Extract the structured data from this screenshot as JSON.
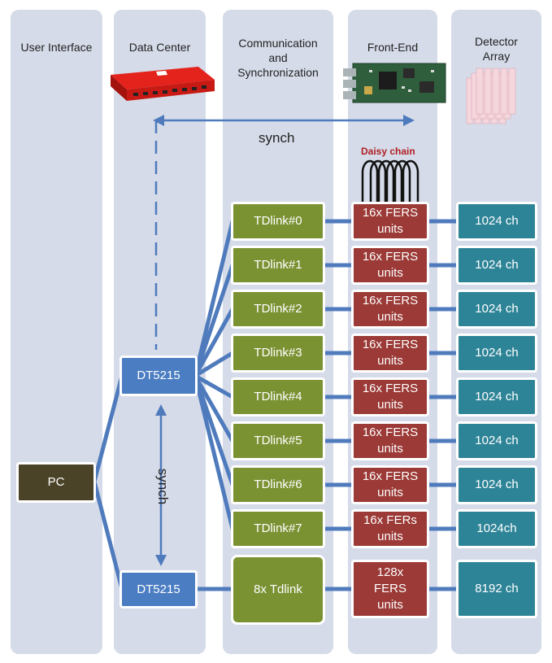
{
  "columns": [
    {
      "id": "ui",
      "title": "User Interface"
    },
    {
      "id": "dc",
      "title": "Data Center"
    },
    {
      "id": "comm",
      "title": "Communication and Synchronization"
    },
    {
      "id": "fe",
      "title": "Front-End"
    },
    {
      "id": "det",
      "title": "Detector Array"
    }
  ],
  "labels": {
    "synch_horizontal": "synch",
    "synch_vertical": "synch",
    "daisy_chain": "Daisy chain"
  },
  "pc": "PC",
  "dt5215": [
    "DT5215",
    "DT5215"
  ],
  "rows": [
    {
      "tdlink": "TDlink#0",
      "fers": "16x FERS units",
      "det": "1024 ch"
    },
    {
      "tdlink": "TDlink#1",
      "fers": "16x FERS units",
      "det": "1024 ch"
    },
    {
      "tdlink": "TDlink#2",
      "fers": "16x FERS units",
      "det": "1024 ch"
    },
    {
      "tdlink": "TDlink#3",
      "fers": "16x FERS units",
      "det": "1024 ch"
    },
    {
      "tdlink": "TDlink#4",
      "fers": "16x FERS units",
      "det": "1024 ch"
    },
    {
      "tdlink": "TDlink#5",
      "fers": "16x FERS units",
      "det": "1024 ch"
    },
    {
      "tdlink": "TDlink#6",
      "fers": "16x FERS units",
      "det": "1024 ch"
    },
    {
      "tdlink": "TDlink#7",
      "fers": "16x FERs units",
      "det": "1024ch"
    }
  ],
  "last_row": {
    "tdlink": "8x Tdlink",
    "fers": "128x FERS units",
    "det": "8192 ch"
  },
  "colors": {
    "column_bg": "#d5dbe8",
    "pc": "#4a4328",
    "dt5215": "#4b7dc2",
    "tdlink": "#7b9233",
    "fers": "#9b3a36",
    "detector": "#2e8497",
    "wire": "#4f7bbd"
  }
}
